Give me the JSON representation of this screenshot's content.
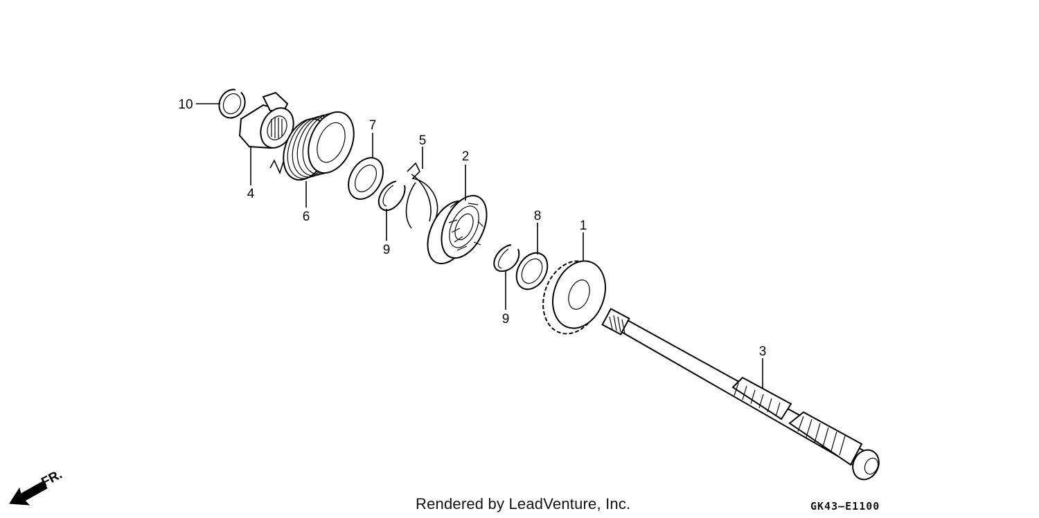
{
  "callouts": [
    {
      "label": "10"
    },
    {
      "label": "4"
    },
    {
      "label": "6"
    },
    {
      "label": "7"
    },
    {
      "label": "9"
    },
    {
      "label": "5"
    },
    {
      "label": "2"
    },
    {
      "label": "9"
    },
    {
      "label": "8"
    },
    {
      "label": "1"
    },
    {
      "label": "3"
    }
  ],
  "direction_label": "FR.",
  "footer": {
    "credit": "Rendered by LeadVenture, Inc.",
    "code": "GK43–E1100"
  }
}
